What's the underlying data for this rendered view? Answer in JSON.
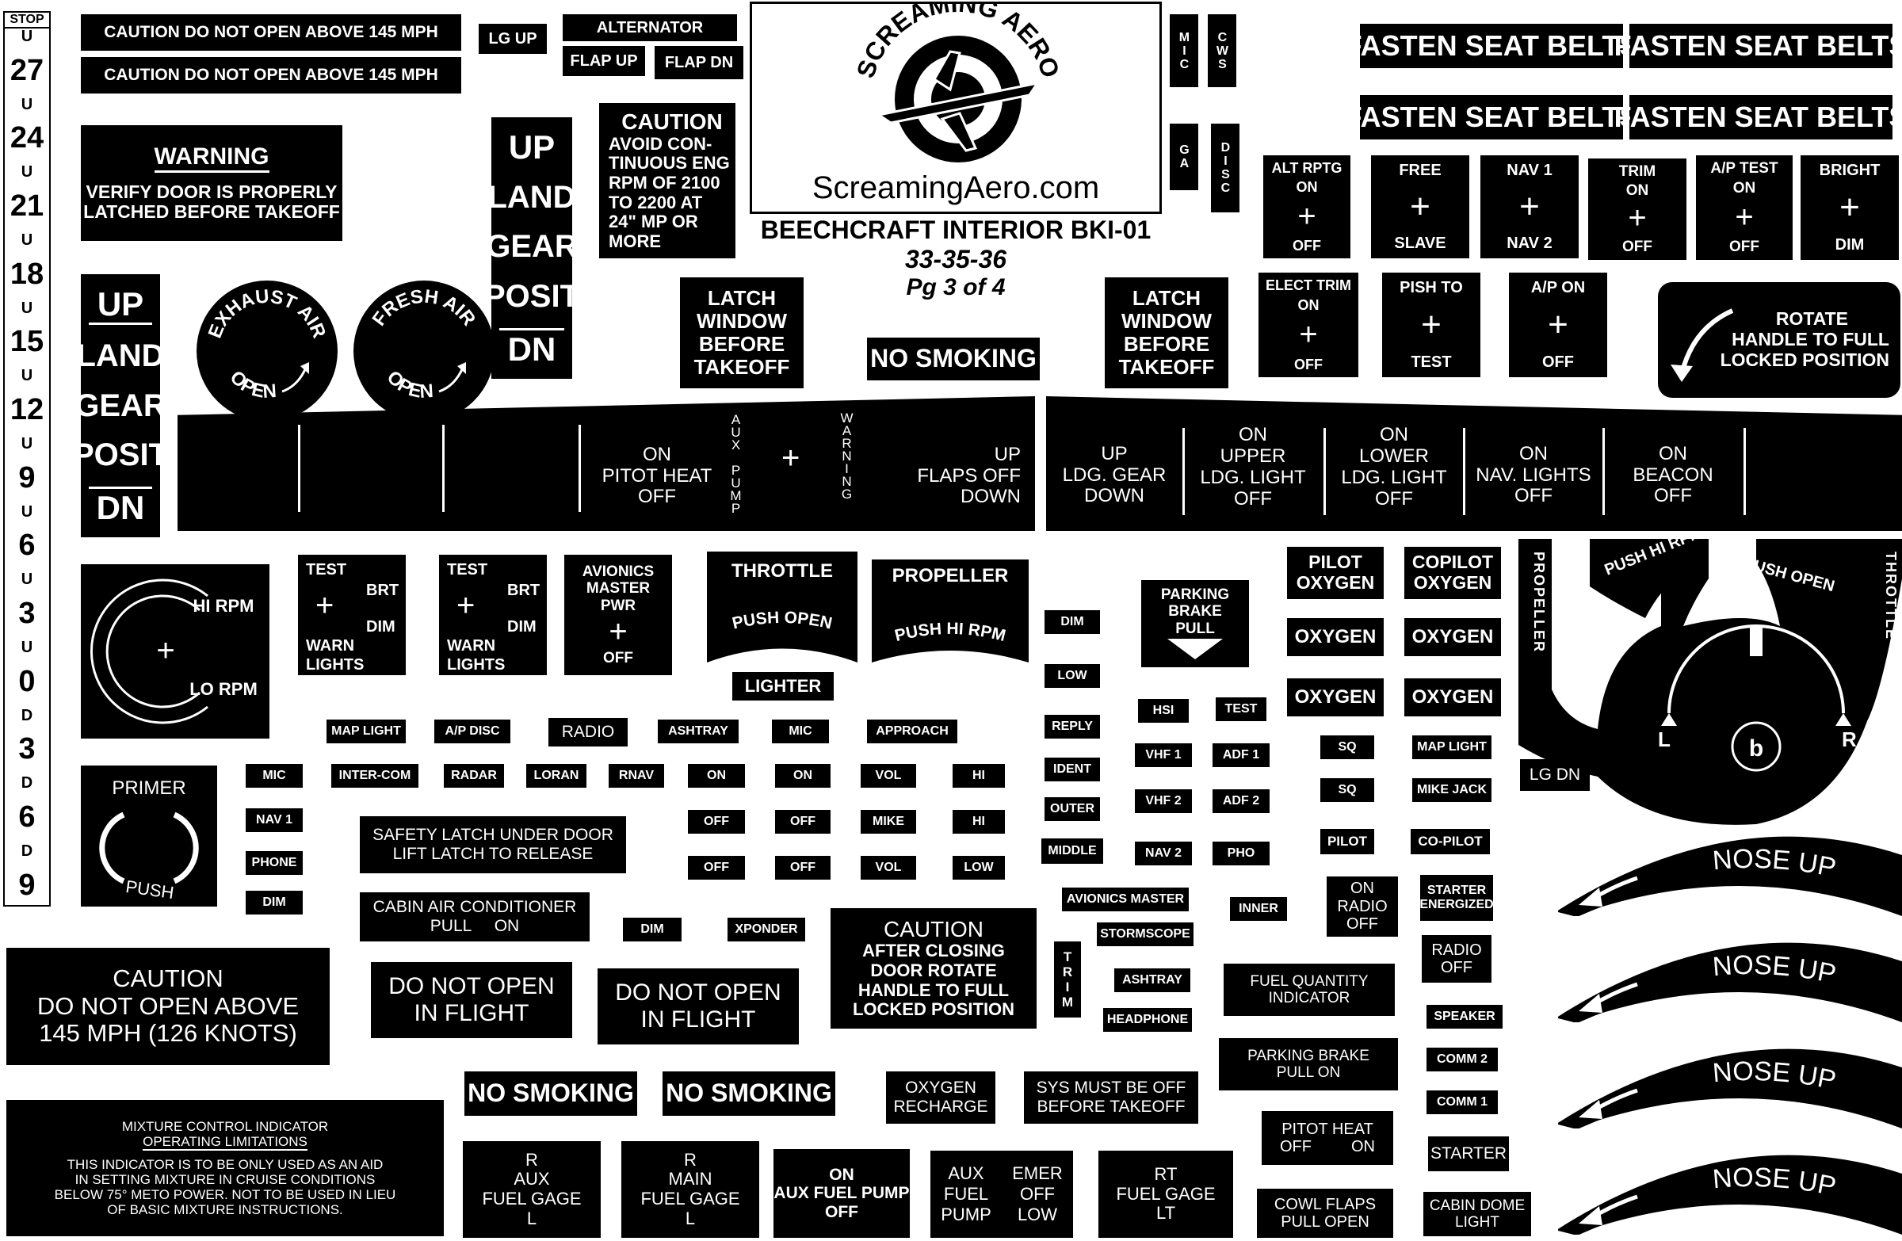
{
  "sheet": {
    "brand_name": "SCREAMING AERO",
    "brand_url": "ScreamingAero.com",
    "sheet_title": "BEECHCRAFT INTERIOR BKI-01",
    "models": "33-35-36",
    "page": "Pg 3 of 4"
  },
  "trim_scale": {
    "stop": "STOP",
    "ticks": [
      "U",
      "27",
      "U",
      "24",
      "U",
      "21",
      "U",
      "18",
      "U",
      "15",
      "U",
      "12",
      "U",
      "9",
      "U",
      "6",
      "U",
      "3",
      "U",
      "0",
      "D",
      "3",
      "D",
      "6",
      "D",
      "9"
    ]
  },
  "labels": {
    "caution_145_a": "CAUTION DO NOT OPEN ABOVE 145 MPH",
    "caution_145_b": "CAUTION DO NOT OPEN ABOVE 145 MPH",
    "lg_up": "LG UP",
    "alternator": "ALTERNATOR",
    "flap_up": "FLAP UP",
    "flap_dn": "FLAP DN",
    "mic_v": "MIC",
    "cws_v": "CWS",
    "ga_v": "GA",
    "disc_v": "DISC",
    "fasten": [
      "FASTEN SEAT BELTS",
      "FASTEN SEAT BELTS",
      "FASTEN SEAT BELTS",
      "FASTEN SEAT BELTS"
    ],
    "warning_door": {
      "title": "WARNING",
      "l1": "VERIFY DOOR IS PROPERLY",
      "l2": "LATCHED BEFORE TAKEOFF"
    },
    "gear_posit_small": {
      "up": "UP",
      "l1": "LAND",
      "l2": "GEAR",
      "l3": "POSIT",
      "dn": "DN"
    },
    "gear_posit_left": {
      "up": "UP",
      "l1": "LAND",
      "l2": "GEAR",
      "l3": "POSIT",
      "dn": "DN"
    },
    "caution_rpm": {
      "title": "CAUTION",
      "l1": "AVOID CON-",
      "l2": "TINUOUS ENG",
      "l3": "RPM OF 2100",
      "l4": "TO 2200 AT",
      "l5": "24\" MP OR",
      "l6": "MORE"
    },
    "exhaust_air": {
      "top": "EXHAUST AIR",
      "bottom": "OPEN"
    },
    "fresh_air": {
      "top": "FRESH AIR",
      "bottom": "OPEN"
    },
    "latch_window_1": {
      "l1": "LATCH",
      "l2": "WINDOW",
      "l3": "BEFORE",
      "l4": "TAKEOFF"
    },
    "latch_window_2": {
      "l1": "LATCH",
      "l2": "WINDOW",
      "l3": "BEFORE",
      "l4": "TAKEOFF"
    },
    "no_smoking_top": "NO SMOKING",
    "alt_rptg": {
      "l1": "ALT RPTG",
      "l2": "ON",
      "sym": "+",
      "l3": "OFF"
    },
    "free_slave": {
      "l1": "FREE",
      "sym": "+",
      "l2": "SLAVE"
    },
    "nav12": {
      "l1": "NAV 1",
      "sym": "+",
      "l2": "NAV 2"
    },
    "trim_on": {
      "l1": "TRIM",
      "l2": "ON",
      "sym": "+",
      "l3": "OFF"
    },
    "ap_test": {
      "l1": "A/P TEST",
      "l2": "ON",
      "sym": "+",
      "l3": "OFF"
    },
    "bright": {
      "l1": "BRIGHT",
      "sym": "+",
      "l2": "DIM"
    },
    "elect_trim": {
      "l1": "ELECT TRIM",
      "l2": "ON",
      "sym": "+",
      "l3": "OFF"
    },
    "pish_to": {
      "l1": "PISH TO",
      "sym": "+",
      "l2": "TEST"
    },
    "ap_on": {
      "l1": "A/P ON",
      "sym": "+",
      "l2": "OFF"
    },
    "rotate_handle": {
      "l1": "ROTATE",
      "l2": "HANDLE TO FULL",
      "l3": "LOCKED POSITION"
    },
    "strip_left": {
      "pitot": {
        "l1": "ON",
        "l2": "PITOT HEAT",
        "l3": "OFF"
      },
      "aux_pump": "AUX PUMP",
      "sym": "+",
      "warning": "WARNING",
      "flaps": {
        "l1": "UP",
        "l2": "FLAPS OFF",
        "l3": "DOWN"
      }
    },
    "strip_right": {
      "ldg_gear": {
        "l1": "UP",
        "l2": "LDG. GEAR",
        "l3": "DOWN"
      },
      "upper": {
        "l1": "ON",
        "l2": "UPPER",
        "l3": "LDG. LIGHT",
        "l4": "OFF"
      },
      "lower": {
        "l1": "ON",
        "l2": "LOWER",
        "l3": "LDG. LIGHT",
        "l4": "OFF"
      },
      "nav": {
        "l1": "ON",
        "l2": "NAV. LIGHTS",
        "l3": "OFF"
      },
      "beacon": {
        "l1": "ON",
        "l2": "BEACON",
        "l3": "OFF"
      }
    },
    "rpm_dial": {
      "hi": "HI RPM",
      "sym": "+",
      "lo": "LO RPM"
    },
    "test_lights_1": {
      "test": "TEST",
      "brt": "BRT",
      "sym": "+",
      "dim": "DIM",
      "warn": "WARN",
      "lights": "LIGHTS"
    },
    "test_lights_2": {
      "test": "TEST",
      "brt": "BRT",
      "sym": "+",
      "dim": "DIM",
      "warn": "WARN",
      "lights": "LIGHTS"
    },
    "avionics_master": {
      "l1": "AVIONICS",
      "l2": "MASTER",
      "l3": "PWR",
      "sym": "+",
      "l4": "OFF"
    },
    "throttle_fan": {
      "title": "THROTTLE",
      "arc": "PUSH OPEN"
    },
    "propeller_fan": {
      "title": "PROPELLER",
      "arc": "PUSH HI RPM"
    },
    "lighter": "LIGHTER",
    "parking_brake_top": {
      "l1": "PARKING",
      "l2": "BRAKE",
      "l3": "PULL"
    },
    "pilot_oxygen": {
      "l1": "PILOT",
      "l2": "OXYGEN"
    },
    "copilot_oxygen": {
      "l1": "COPILOT",
      "l2": "OXYGEN"
    },
    "oxygen": [
      "OXYGEN",
      "OXYGEN",
      "OXYGEN",
      "OXYGEN"
    ],
    "quadrant": {
      "propeller": "PROPELLER",
      "push_hi_rpm": "PUSH HI RPM",
      "push_open": "PUSH OPEN",
      "throttle": "THROTTLE",
      "l": "L",
      "r": "R"
    },
    "small_row1": [
      "MAP LIGHT",
      "A/P DISC",
      "RADIO",
      "ASHTRAY",
      "MIC",
      "APPROACH"
    ],
    "small_row2": [
      "MIC",
      "INTER-COM",
      "RADAR",
      "LORAN",
      "RNAV",
      "ON",
      "ON",
      "VOL",
      "HI"
    ],
    "small_row3": [
      "OFF",
      "OFF",
      "MIKE",
      "HI"
    ],
    "small_row4": [
      "OFF",
      "OFF",
      "VOL",
      "LOW"
    ],
    "small_col_left": [
      "NAV 1",
      "PHONE",
      "DIM"
    ],
    "dim_col": [
      "DIM",
      "LOW",
      "REPLY",
      "IDENT",
      "OUTER",
      "MIDDLE"
    ],
    "hsi_test": [
      "HSI",
      "TEST"
    ],
    "vhf_adf": [
      "VHF 1",
      "ADF 1",
      "VHF 2",
      "ADF 2",
      "NAV 2",
      "PHO"
    ],
    "sq": [
      "SQ",
      "SQ"
    ],
    "map_light_r": "MAP LIGHT",
    "mike_jack": "MIKE JACK",
    "lg_dn": "LG DN",
    "pilot": "PILOT",
    "co_pilot": "CO-PILOT",
    "on_radio_off": {
      "l1": "ON",
      "l2": "RADIO",
      "l3": "OFF"
    },
    "starter_energized": {
      "l1": "STARTER",
      "l2": "ENERGIZED"
    },
    "radio_off": {
      "l1": "RADIO",
      "l2": "OFF"
    },
    "speaker": "SPEAKER",
    "comm2": "COMM 2",
    "comm1": "COMM 1",
    "starter": "STARTER",
    "cabin_dome": {
      "l1": "CABIN DOME",
      "l2": "LIGHT"
    },
    "primer": {
      "top": "PRIMER",
      "bottom": "PUSH"
    },
    "safety_latch": {
      "l1": "SAFETY LATCH UNDER DOOR",
      "l2": "LIFT LATCH TO RELEASE"
    },
    "cabin_air": {
      "l1": "CABIN AIR CONDITIONER",
      "l2": "PULL     ON"
    },
    "dim_small": "DIM",
    "xponder": "XPONDER",
    "caution_door": {
      "title": "CAUTION",
      "l1": "AFTER CLOSING",
      "l2": "DOOR ROTATE",
      "l3": "HANDLE TO FULL",
      "l4": "LOCKED POSITION"
    },
    "trim_v": "TRIM",
    "avionics_master_small": "AVIONICS MASTER",
    "stormscope": "STORMSCOPE",
    "ashtray2": "ASHTRAY",
    "headphone": "HEADPHONE",
    "inner": "INNER",
    "fuel_qty": {
      "l1": "FUEL QUANTITY",
      "l2": "INDICATOR"
    },
    "parking_brake_pull": {
      "l1": "PARKING BRAKE",
      "l2": "PULL ON"
    },
    "pitot_heat_sm": {
      "l1": "PITOT HEAT",
      "l2": "OFF         ON"
    },
    "cowl_flaps": {
      "l1": "COWL FLAPS",
      "l2": "PULL OPEN"
    },
    "caution_big": {
      "title": "CAUTION",
      "l1": "DO NOT OPEN ABOVE",
      "l2": "145 MPH (126 KNOTS)"
    },
    "do_not_open_1": {
      "l1": "DO NOT OPEN",
      "l2": "IN FLIGHT"
    },
    "do_not_open_2": {
      "l1": "DO NOT OPEN",
      "l2": "IN FLIGHT"
    },
    "no_smoking_bottom": [
      "NO SMOKING",
      "NO SMOKING"
    ],
    "oxygen_recharge": {
      "l1": "OXYGEN",
      "l2": "RECHARGE"
    },
    "sys_must_be_off": {
      "l1": "SYS MUST BE OFF",
      "l2": "BEFORE TAKEOFF"
    },
    "mixture": {
      "t1": "MIXTURE CONTROL INDICATOR",
      "t2": "OPERATING LIMITATIONS",
      "l1": "THIS INDICATOR IS TO BE ONLY USED AS AN AID",
      "l2": "IN SETTING MIXTURE IN CRUISE CONDITIONS",
      "l3": "BELOW 75° METO POWER. NOT TO BE USED IN LIEU",
      "l4": "OF BASIC MIXTURE INSTRUCTIONS."
    },
    "r_aux": {
      "l1": "R",
      "l2": "AUX",
      "l3": "FUEL GAGE",
      "l4": "L"
    },
    "r_main": {
      "l1": "R",
      "l2": "MAIN",
      "l3": "FUEL GAGE",
      "l4": "L"
    },
    "aux_fuel_pump": {
      "l1": "ON",
      "l2": "AUX FUEL PUMP",
      "l3": "OFF"
    },
    "aux_emer": {
      "a1": "AUX",
      "a2": "FUEL",
      "a3": "PUMP",
      "b1": "EMER",
      "b2": "OFF",
      "b3": "LOW"
    },
    "rt_fuel_gage": {
      "l1": "RT",
      "l2": "FUEL GAGE",
      "l3": "LT"
    },
    "nose_up": [
      "NOSE UP",
      "NOSE UP",
      "NOSE UP",
      "NOSE UP"
    ]
  }
}
